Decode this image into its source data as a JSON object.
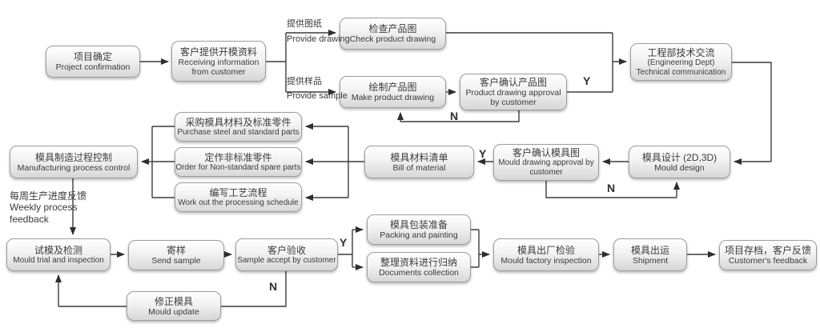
{
  "colors": {
    "bg": "#ffffff",
    "node_fill": "#d7d7d7",
    "node_border": "#9d9d9d",
    "text": "#3a3a3a",
    "line": "#3c3c3c"
  },
  "nodes": {
    "project_confirmation": {
      "zh": "项目确定",
      "en": "Project confirmation"
    },
    "receiving_information": {
      "zh": "客户提供开模资料",
      "en": "Receiving information from customer"
    },
    "check_product_drawing": {
      "zh": "检查产品图",
      "en": "Check product drawing"
    },
    "make_product_drawing": {
      "zh": "绘制产品图",
      "en": "Make product drawing"
    },
    "product_drawing_approval": {
      "zh": "客户确认产品图",
      "en": "Product drawing approval by customer"
    },
    "technical_communication": {
      "zh": "工程部技术交流",
      "en": "(Engineering Dept) Technical communication"
    },
    "manufacturing_process_control": {
      "zh": "模具制造过程控制",
      "en": "Manufacturing process control"
    },
    "purchase_parts": {
      "zh": "采购模具材料及标准零件",
      "en": "Purchase steel and standard parts"
    },
    "order_nonstandard_parts": {
      "zh": "定作非标准零件",
      "en": "Order for Non-standard spare parts"
    },
    "processing_schedule": {
      "zh": "编写工艺流程",
      "en": "Work out the processing schedule"
    },
    "bill_of_material": {
      "zh": "模具材料清单",
      "en": "Bill of material"
    },
    "mould_drawing_approval": {
      "zh": "客户确认模具图",
      "en": "Mould drawing approval by customer"
    },
    "mould_design": {
      "zh": "模具设计 (2D,3D)",
      "en": "Mould design"
    },
    "mould_trial": {
      "zh": "试模及检测",
      "en": "Mould trial and inspection"
    },
    "send_sample": {
      "zh": "寄样",
      "en": "Send sample"
    },
    "sample_accept": {
      "zh": "客户验收",
      "en": "Sample accept by customer"
    },
    "packing_painting": {
      "zh": "模具包装准备",
      "en": "Packing and painting"
    },
    "documents_collection": {
      "zh": "整理资料进行归纳",
      "en": "Documents collection"
    },
    "mould_factory_inspection": {
      "zh": "模具出厂检验",
      "en": "Mould factory inspection"
    },
    "shipment": {
      "zh": "模具出运",
      "en": "Shipment"
    },
    "customer_feedback": {
      "zh": "项目存档，客户反馈",
      "en": "Customer's feedback"
    },
    "mould_update": {
      "zh": "修正模具",
      "en": "Mould update"
    }
  },
  "edge_labels": {
    "provide_drawing": {
      "zh": "提供图纸",
      "en": "Provide drawing"
    },
    "provide_sample": {
      "zh": "提供样品",
      "en": "Provide sample"
    },
    "yes": "Y",
    "no": "N"
  },
  "annotations": {
    "weekly_feedback": {
      "zh": "每周生产进度反馈",
      "en": "Weekly process feedback"
    }
  }
}
